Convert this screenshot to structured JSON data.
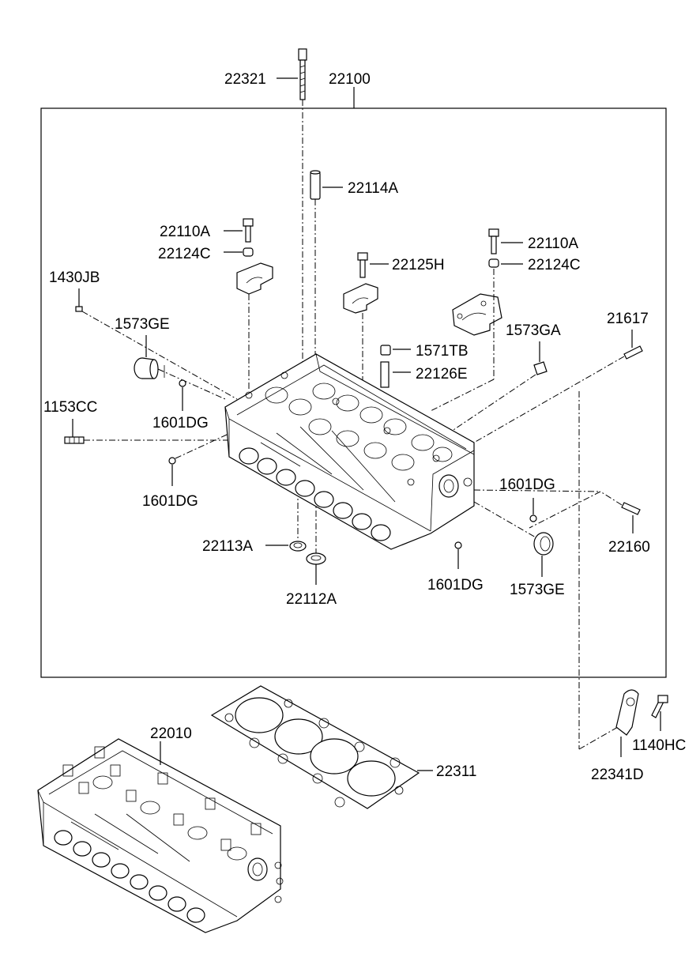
{
  "labels": {
    "l22321": "22321",
    "l22100": "22100",
    "l22114A": "22114A",
    "l22110A_1": "22110A",
    "l22124C_1": "22124C",
    "l22110A_2": "22110A",
    "l22124C_2": "22124C",
    "l22125H": "22125H",
    "l1430JB": "1430JB",
    "l1573GE_1": "1573GE",
    "l1571TB": "1571TB",
    "l22126E": "22126E",
    "l1573GA": "1573GA",
    "l21617": "21617",
    "l1153CC": "1153CC",
    "l1601DG_1": "1601DG",
    "l1601DG_2": "1601DG",
    "l1601DG_3": "1601DG",
    "l1601DG_4": "1601DG",
    "l22160": "22160",
    "l22113A": "22113A",
    "l22112A": "22112A",
    "l1573GE_2": "1573GE",
    "l22010": "22010",
    "l22311": "22311",
    "l1140HC": "1140HC",
    "l22341D": "22341D"
  }
}
